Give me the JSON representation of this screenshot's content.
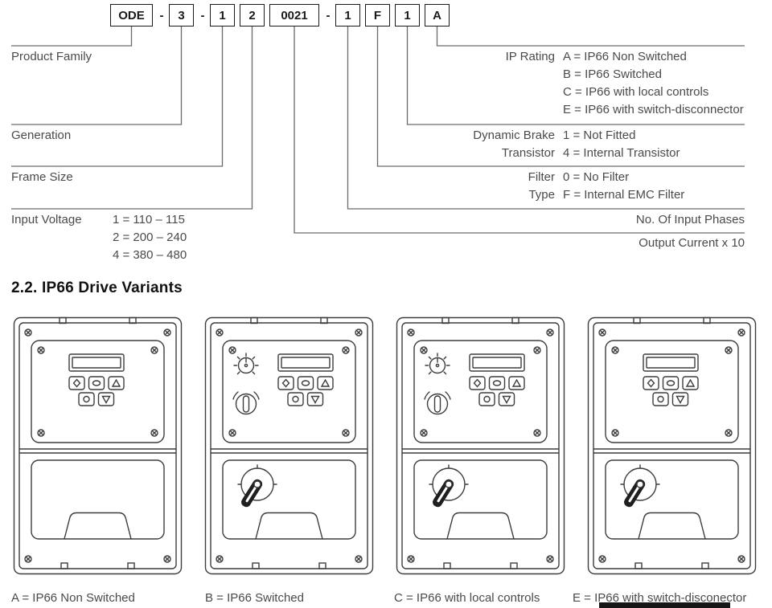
{
  "model_code": {
    "separator": "-",
    "boxes": [
      "ODE",
      "3",
      "1",
      "2",
      "0021",
      "1",
      "F",
      "1",
      "A"
    ]
  },
  "decoder": {
    "left": [
      {
        "label": "Product Family"
      },
      {
        "label": "Generation"
      },
      {
        "label": "Frame Size"
      },
      {
        "label": "Input Voltage",
        "values": [
          "1 = 110 – 115",
          "2 = 200 – 240",
          "4 = 380 – 480"
        ]
      }
    ],
    "right": [
      {
        "labels": [
          "IP Rating"
        ],
        "values": [
          "A = IP66 Non Switched",
          "B = IP66 Switched",
          "C = IP66 with local controls",
          "E = IP66 with switch-disconnector"
        ]
      },
      {
        "labels": [
          "Dynamic Brake",
          "Transistor"
        ],
        "values": [
          "1 = Not Fitted",
          "4 = Internal Transistor"
        ]
      },
      {
        "labels": [
          "Filter",
          "Type"
        ],
        "values": [
          "0 = No Filter",
          "F = Internal EMC Filter"
        ]
      },
      {
        "label": "No. Of Input Phases"
      },
      {
        "label": "Output Current x 10"
      }
    ]
  },
  "section": {
    "title": "2.2. IP66 Drive Variants"
  },
  "variants": [
    {
      "caption": "A = IP66 Non Switched"
    },
    {
      "caption": "B = IP66 Switched"
    },
    {
      "caption": "C = IP66 with local controls"
    },
    {
      "caption": "E = IP66 with switch-disconector"
    }
  ]
}
